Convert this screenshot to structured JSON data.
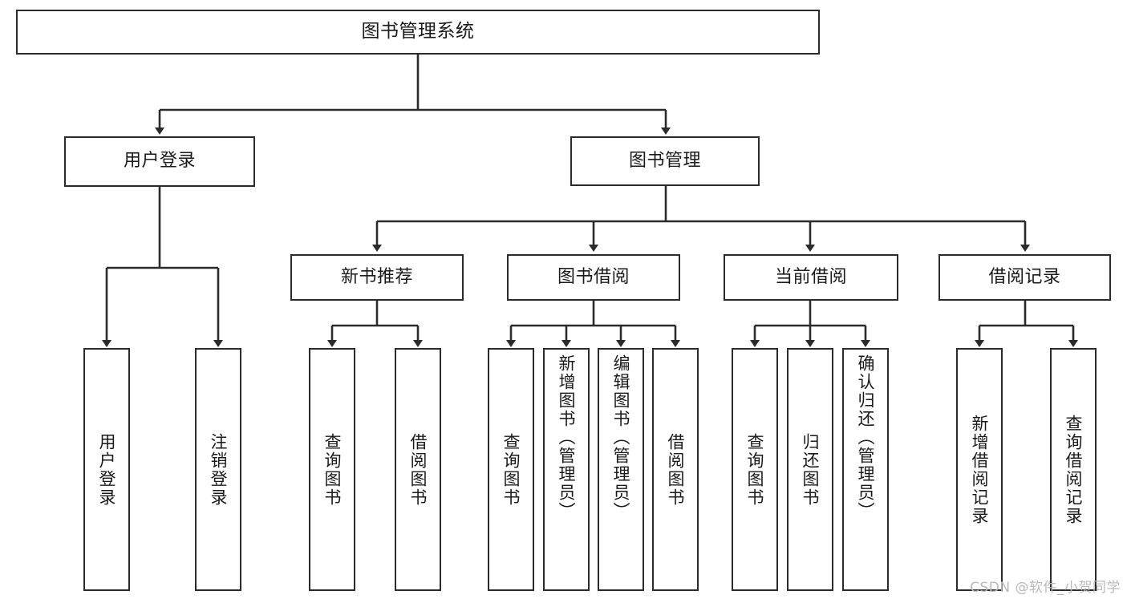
{
  "diagram": {
    "title": "图书管理系统",
    "type": "hierarchy-tree",
    "watermark": "CSDN @软件_小贺同学",
    "colors": {
      "stroke": "#2b2b2b",
      "fill": "#ffffff",
      "text": "#1a1a1a",
      "watermark": "#b9b9b9"
    },
    "levels": [
      {
        "level": 1,
        "nodes": [
          {
            "id": "root",
            "label": "图书管理系统",
            "orientation": "horizontal"
          }
        ]
      },
      {
        "level": 2,
        "nodes": [
          {
            "id": "user-login",
            "label": "用户登录",
            "orientation": "horizontal",
            "parent": "root"
          },
          {
            "id": "book-manage",
            "label": "图书管理",
            "orientation": "horizontal",
            "parent": "root"
          }
        ]
      },
      {
        "level": 3,
        "nodes": [
          {
            "id": "new-book-rec",
            "label": "新书推荐",
            "orientation": "horizontal",
            "parent": "book-manage"
          },
          {
            "id": "book-borrow",
            "label": "图书借阅",
            "orientation": "horizontal",
            "parent": "book-manage"
          },
          {
            "id": "current-borrow",
            "label": "当前借阅",
            "orientation": "horizontal",
            "parent": "book-manage"
          },
          {
            "id": "borrow-record",
            "label": "借阅记录",
            "orientation": "horizontal",
            "parent": "book-manage"
          }
        ]
      },
      {
        "level": 4,
        "nodes": [
          {
            "id": "leaf-user-login",
            "label": "用户登录",
            "orientation": "vertical",
            "parent": "user-login"
          },
          {
            "id": "leaf-logout",
            "label": "注销登录",
            "orientation": "vertical",
            "parent": "user-login"
          },
          {
            "id": "leaf-query-book-1",
            "label": "查询图书",
            "orientation": "vertical",
            "parent": "new-book-rec"
          },
          {
            "id": "leaf-borrow-book-1",
            "label": "借阅图书",
            "orientation": "vertical",
            "parent": "new-book-rec"
          },
          {
            "id": "leaf-query-book-2",
            "label": "查询图书",
            "orientation": "vertical",
            "parent": "book-borrow"
          },
          {
            "id": "leaf-add-book",
            "label": "新增图书（管理员）",
            "orientation": "vertical",
            "parent": "book-borrow"
          },
          {
            "id": "leaf-edit-book",
            "label": "编辑图书（管理员）",
            "orientation": "vertical",
            "parent": "book-borrow"
          },
          {
            "id": "leaf-borrow-book-2",
            "label": "借阅图书",
            "orientation": "vertical",
            "parent": "book-borrow"
          },
          {
            "id": "leaf-query-book-3",
            "label": "查询图书",
            "orientation": "vertical",
            "parent": "current-borrow"
          },
          {
            "id": "leaf-return-book",
            "label": "归还图书",
            "orientation": "vertical",
            "parent": "current-borrow"
          },
          {
            "id": "leaf-confirm-return",
            "label": "确认归还（管理员）",
            "orientation": "vertical",
            "parent": "current-borrow"
          },
          {
            "id": "leaf-add-record",
            "label": "新增借阅记录",
            "orientation": "vertical",
            "parent": "borrow-record"
          },
          {
            "id": "leaf-query-record",
            "label": "查询借阅记录",
            "orientation": "vertical",
            "parent": "borrow-record"
          }
        ]
      }
    ]
  }
}
